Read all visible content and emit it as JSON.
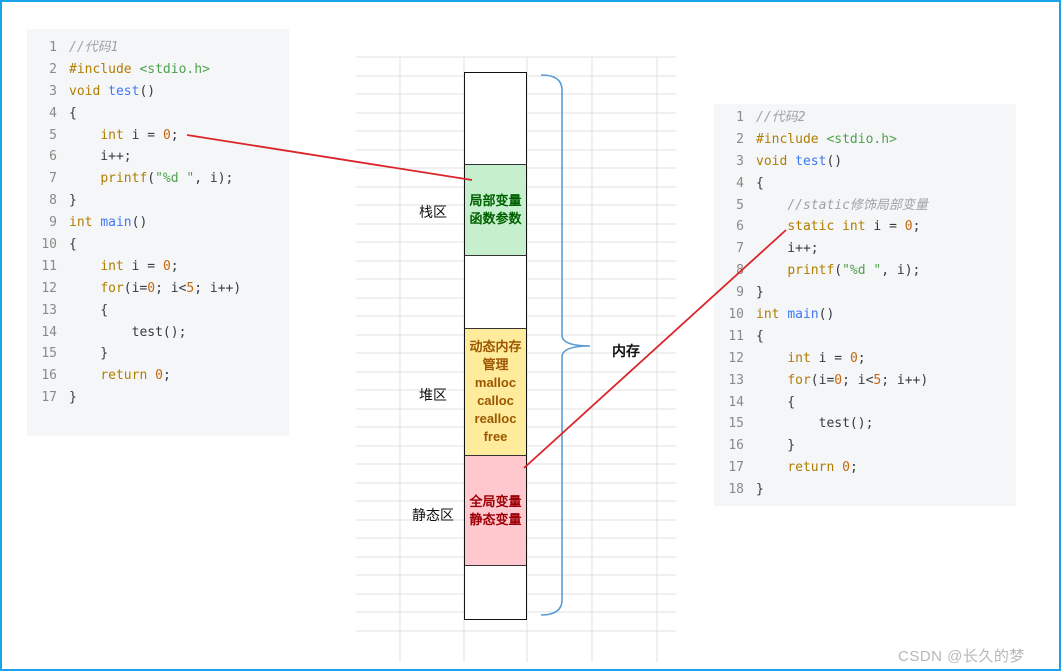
{
  "code_blocks": [
    {
      "id": "code1",
      "lines": [
        {
          "num": "1",
          "tokens": [
            {
              "t": "//代码1",
              "c": "comment"
            }
          ]
        },
        {
          "num": "2",
          "tokens": [
            {
              "t": "#include ",
              "c": "keyword"
            },
            {
              "t": "<stdio.h>",
              "c": "string"
            }
          ]
        },
        {
          "num": "3",
          "tokens": [
            {
              "t": "void ",
              "c": "keyword"
            },
            {
              "t": "test",
              "c": "function"
            },
            {
              "t": "()",
              "c": "plain"
            }
          ]
        },
        {
          "num": "4",
          "tokens": [
            {
              "t": "{",
              "c": "plain"
            }
          ]
        },
        {
          "num": "5",
          "tokens": [
            {
              "t": "    ",
              "c": "plain"
            },
            {
              "t": "int",
              "c": "keyword"
            },
            {
              "t": " i = ",
              "c": "plain"
            },
            {
              "t": "0",
              "c": "number"
            },
            {
              "t": ";",
              "c": "plain"
            }
          ]
        },
        {
          "num": "6",
          "tokens": [
            {
              "t": "    i++;",
              "c": "plain"
            }
          ]
        },
        {
          "num": "7",
          "tokens": [
            {
              "t": "    ",
              "c": "plain"
            },
            {
              "t": "printf",
              "c": "keyword"
            },
            {
              "t": "(",
              "c": "plain"
            },
            {
              "t": "\"%d \"",
              "c": "string"
            },
            {
              "t": ", i);",
              "c": "plain"
            }
          ]
        },
        {
          "num": "8",
          "tokens": [
            {
              "t": "}",
              "c": "plain"
            }
          ]
        },
        {
          "num": "9",
          "tokens": [
            {
              "t": "int ",
              "c": "keyword"
            },
            {
              "t": "main",
              "c": "function"
            },
            {
              "t": "()",
              "c": "plain"
            }
          ]
        },
        {
          "num": "10",
          "tokens": [
            {
              "t": "{",
              "c": "plain"
            }
          ]
        },
        {
          "num": "11",
          "tokens": [
            {
              "t": "    ",
              "c": "plain"
            },
            {
              "t": "int",
              "c": "keyword"
            },
            {
              "t": " i = ",
              "c": "plain"
            },
            {
              "t": "0",
              "c": "number"
            },
            {
              "t": ";",
              "c": "plain"
            }
          ]
        },
        {
          "num": "12",
          "tokens": [
            {
              "t": "    ",
              "c": "plain"
            },
            {
              "t": "for",
              "c": "keyword"
            },
            {
              "t": "(i=",
              "c": "plain"
            },
            {
              "t": "0",
              "c": "number"
            },
            {
              "t": "; i<",
              "c": "plain"
            },
            {
              "t": "5",
              "c": "number"
            },
            {
              "t": "; i++)",
              "c": "plain"
            }
          ]
        },
        {
          "num": "13",
          "tokens": [
            {
              "t": "    {",
              "c": "plain"
            }
          ]
        },
        {
          "num": "14",
          "tokens": [
            {
              "t": "        test();",
              "c": "plain"
            }
          ]
        },
        {
          "num": "15",
          "tokens": [
            {
              "t": "    }",
              "c": "plain"
            }
          ]
        },
        {
          "num": "16",
          "tokens": [
            {
              "t": "    ",
              "c": "plain"
            },
            {
              "t": "return",
              "c": "keyword"
            },
            {
              "t": " ",
              "c": "plain"
            },
            {
              "t": "0",
              "c": "number"
            },
            {
              "t": ";",
              "c": "plain"
            }
          ]
        },
        {
          "num": "17",
          "tokens": [
            {
              "t": "}",
              "c": "plain"
            }
          ]
        }
      ]
    },
    {
      "id": "code2",
      "lines": [
        {
          "num": "1",
          "tokens": [
            {
              "t": "//代码2",
              "c": "comment"
            }
          ]
        },
        {
          "num": "2",
          "tokens": [
            {
              "t": "#include ",
              "c": "keyword"
            },
            {
              "t": "<stdio.h>",
              "c": "string"
            }
          ]
        },
        {
          "num": "3",
          "tokens": [
            {
              "t": "void ",
              "c": "keyword"
            },
            {
              "t": "test",
              "c": "function"
            },
            {
              "t": "()",
              "c": "plain"
            }
          ]
        },
        {
          "num": "4",
          "tokens": [
            {
              "t": "{",
              "c": "plain"
            }
          ]
        },
        {
          "num": "5",
          "tokens": [
            {
              "t": "    ",
              "c": "plain"
            },
            {
              "t": "//static修饰局部变量",
              "c": "comment"
            }
          ]
        },
        {
          "num": "6",
          "tokens": [
            {
              "t": "    ",
              "c": "plain"
            },
            {
              "t": "static",
              "c": "keyword"
            },
            {
              "t": " ",
              "c": "plain"
            },
            {
              "t": "int",
              "c": "keyword"
            },
            {
              "t": " i = ",
              "c": "plain"
            },
            {
              "t": "0",
              "c": "number"
            },
            {
              "t": ";",
              "c": "plain"
            }
          ]
        },
        {
          "num": "7",
          "tokens": [
            {
              "t": "    i++;",
              "c": "plain"
            }
          ]
        },
        {
          "num": "8",
          "tokens": [
            {
              "t": "    ",
              "c": "plain"
            },
            {
              "t": "printf",
              "c": "keyword"
            },
            {
              "t": "(",
              "c": "plain"
            },
            {
              "t": "\"%d \"",
              "c": "string"
            },
            {
              "t": ", i);",
              "c": "plain"
            }
          ]
        },
        {
          "num": "9",
          "tokens": [
            {
              "t": "}",
              "c": "plain"
            }
          ]
        },
        {
          "num": "10",
          "tokens": [
            {
              "t": "int ",
              "c": "keyword"
            },
            {
              "t": "main",
              "c": "function"
            },
            {
              "t": "()",
              "c": "plain"
            }
          ]
        },
        {
          "num": "11",
          "tokens": [
            {
              "t": "{",
              "c": "plain"
            }
          ]
        },
        {
          "num": "12",
          "tokens": [
            {
              "t": "    ",
              "c": "plain"
            },
            {
              "t": "int",
              "c": "keyword"
            },
            {
              "t": " i = ",
              "c": "plain"
            },
            {
              "t": "0",
              "c": "number"
            },
            {
              "t": ";",
              "c": "plain"
            }
          ]
        },
        {
          "num": "13",
          "tokens": [
            {
              "t": "    ",
              "c": "plain"
            },
            {
              "t": "for",
              "c": "keyword"
            },
            {
              "t": "(i=",
              "c": "plain"
            },
            {
              "t": "0",
              "c": "number"
            },
            {
              "t": "; i<",
              "c": "plain"
            },
            {
              "t": "5",
              "c": "number"
            },
            {
              "t": "; i++)",
              "c": "plain"
            }
          ]
        },
        {
          "num": "14",
          "tokens": [
            {
              "t": "    {",
              "c": "plain"
            }
          ]
        },
        {
          "num": "15",
          "tokens": [
            {
              "t": "        test();",
              "c": "plain"
            }
          ]
        },
        {
          "num": "16",
          "tokens": [
            {
              "t": "    }",
              "c": "plain"
            }
          ]
        },
        {
          "num": "17",
          "tokens": [
            {
              "t": "    ",
              "c": "plain"
            },
            {
              "t": "return",
              "c": "keyword"
            },
            {
              "t": " ",
              "c": "plain"
            },
            {
              "t": "0",
              "c": "number"
            },
            {
              "t": ";",
              "c": "plain"
            }
          ]
        },
        {
          "num": "18",
          "tokens": [
            {
              "t": "}",
              "c": "plain"
            }
          ]
        }
      ]
    }
  ],
  "memory": {
    "label": "内存",
    "regions": {
      "stack": {
        "label": "栈区",
        "lines": [
          "局部变量",
          "函数参数"
        ],
        "fill": "#c6efce",
        "text_color": "#006100"
      },
      "heap": {
        "label": "堆区",
        "lines": [
          "动态内存",
          "管理",
          "malloc",
          "calloc",
          "realloc",
          "free"
        ],
        "fill": "#ffeb9c",
        "text_color": "#9c5700"
      },
      "static": {
        "label": "静态区",
        "lines": [
          "全局变量",
          "静态变量"
        ],
        "fill": "#ffc7ce",
        "text_color": "#9c0006"
      }
    }
  },
  "colors": {
    "border": "#1aa3e8",
    "arrow": "#d9252a",
    "brace": "#5b9bd5",
    "grid": "#d8d8d8",
    "code_bg": "#f5f6f7"
  },
  "watermark": "CSDN @长久的梦"
}
